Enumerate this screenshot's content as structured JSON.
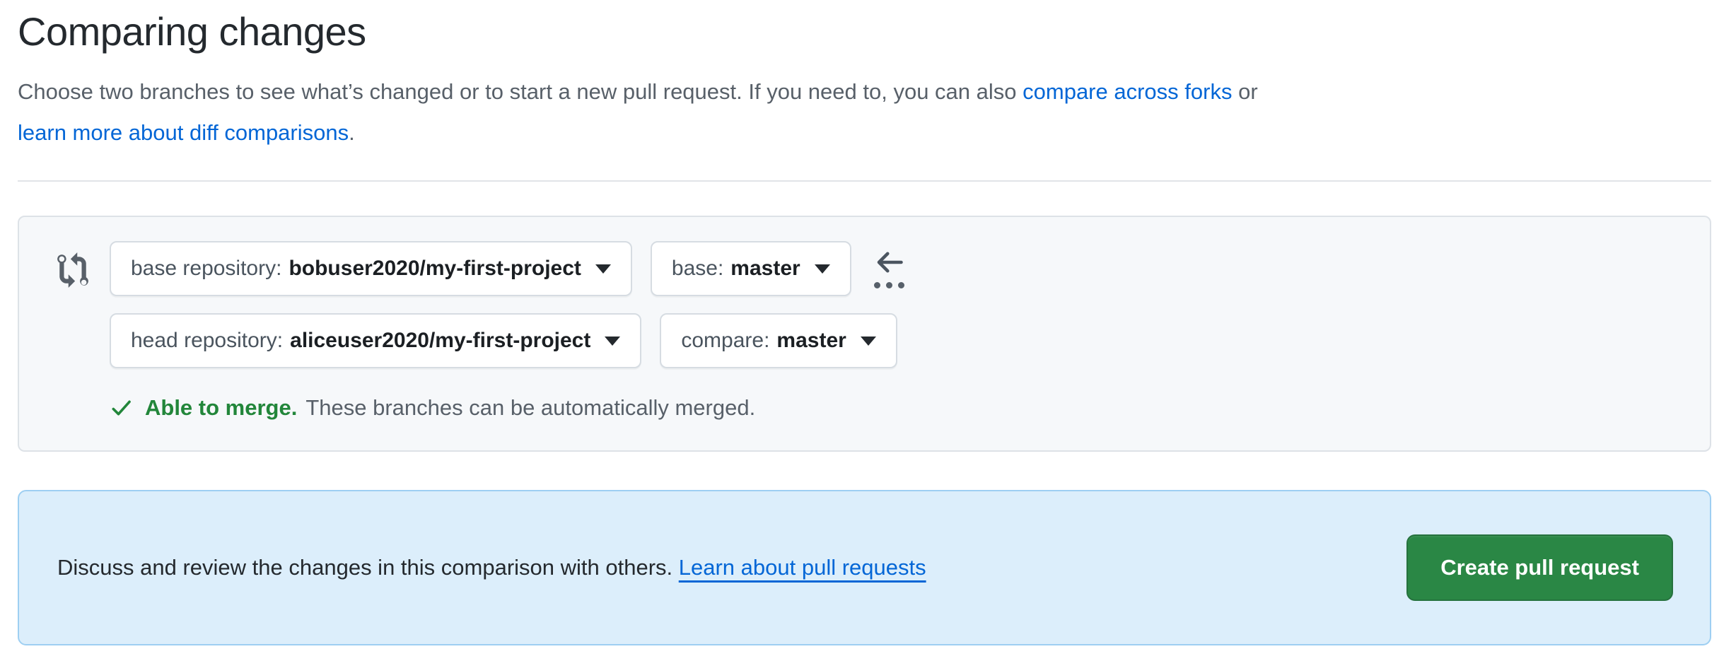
{
  "header": {
    "title": "Comparing changes",
    "description": {
      "part1": "Choose two branches to see what’s changed or to start a new pull request. If you need to, you can also ",
      "link_forks": "compare across forks",
      "part2": " or",
      "link_diff": "learn more about diff comparisons",
      "part3": "."
    }
  },
  "compare_box": {
    "base_repo": {
      "label": "base repository:",
      "value": "bobuser2020/my-first-project"
    },
    "base_branch": {
      "label": "base:",
      "value": "master"
    },
    "head_repo": {
      "label": "head repository:",
      "value": "aliceuser2020/my-first-project"
    },
    "compare_branch": {
      "label": "compare:",
      "value": "master"
    },
    "merge_status": {
      "title": "Able to merge.",
      "message": "These branches can be automatically merged."
    }
  },
  "banner": {
    "message": "Discuss and review the changes in this comparison with others. ",
    "link": "Learn about pull requests",
    "button": "Create pull request"
  },
  "icons": {
    "git_compare": "git-compare-icon",
    "arrow_left": "arrow-left-icon",
    "ellipsis": "ellipsis-dots",
    "caret_down": "caret-down-icon",
    "check": "check-icon"
  },
  "colors": {
    "link_blue": "#0366d6",
    "success_green_text": "#22863a",
    "primary_button_green": "#2a8745",
    "banner_bg": "#dceefb",
    "banner_border": "#9ecff2",
    "box_bg": "#f6f8fa",
    "text_dark": "#24292e",
    "text_gray": "#586069"
  }
}
